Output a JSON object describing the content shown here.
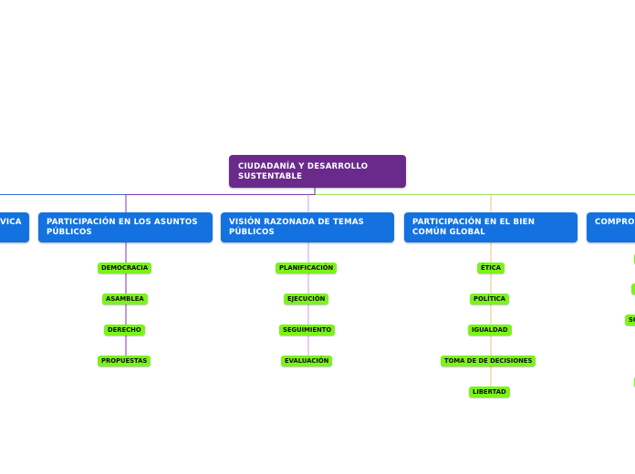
{
  "root": {
    "label": "CIUDADANÍA Y DESARROLLO\nSUSTENTABLE",
    "color": "#6a2a8c"
  },
  "branch_color": "#1372e0",
  "leaf_color": "#7cf21a",
  "branches": [
    {
      "label": "VICA"
    },
    {
      "label": "PARTICIPACIÓN EN LOS ASUNTOS PÚBLICOS",
      "connector_color": "#7a3ab0",
      "leaves": [
        "DEMOCRACIA",
        "ASAMBLEA",
        "DERECHO",
        "PROPUESTAS"
      ]
    },
    {
      "label": "VISIÓN RAZONADA DE TEMAS PÚBLICOS",
      "connector_color": "#d79be8",
      "leaves": [
        "PLANIFICACIÓN",
        "EJECUCIÓN",
        "SEGUIMIENTO",
        "EVALUACIÓN"
      ]
    },
    {
      "label": "PARTICIPACIÓN EN EL BIEN COMÚN GLOBAL",
      "connector_color": "#f6c27a",
      "leaves": [
        "ÉTICA",
        "POLÍTICA",
        "IGUALDAD",
        "TOMA DE DE DECISIONES",
        "LIBERTAD"
      ]
    },
    {
      "label": "COMPRO",
      "connector_color": "#9ae25a",
      "leaves": [
        "",
        "",
        "SO",
        ""
      ]
    }
  ]
}
